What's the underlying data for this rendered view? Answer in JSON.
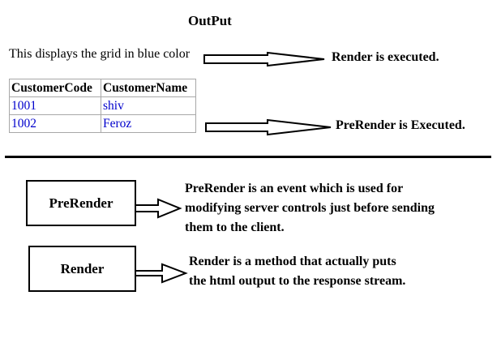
{
  "title": "OutPut",
  "description": "This displays the grid in blue color",
  "render_executed": "Render is executed.",
  "prerender_executed": "PreRender is Executed.",
  "grid": {
    "headers": [
      "CustomerCode",
      "CustomerName"
    ],
    "rows": [
      [
        "1001",
        "shiv"
      ],
      [
        "1002",
        "Feroz"
      ]
    ],
    "text_color": "#0000cc"
  },
  "prerender_box": {
    "label": "PreRender",
    "lines": [
      "PreRender is an event which is used for",
      "modifying server controls just before sending",
      "them to the client."
    ]
  },
  "render_box": {
    "label": "Render",
    "lines": [
      "Render is a method that actually puts",
      "the html output to the response stream."
    ]
  }
}
